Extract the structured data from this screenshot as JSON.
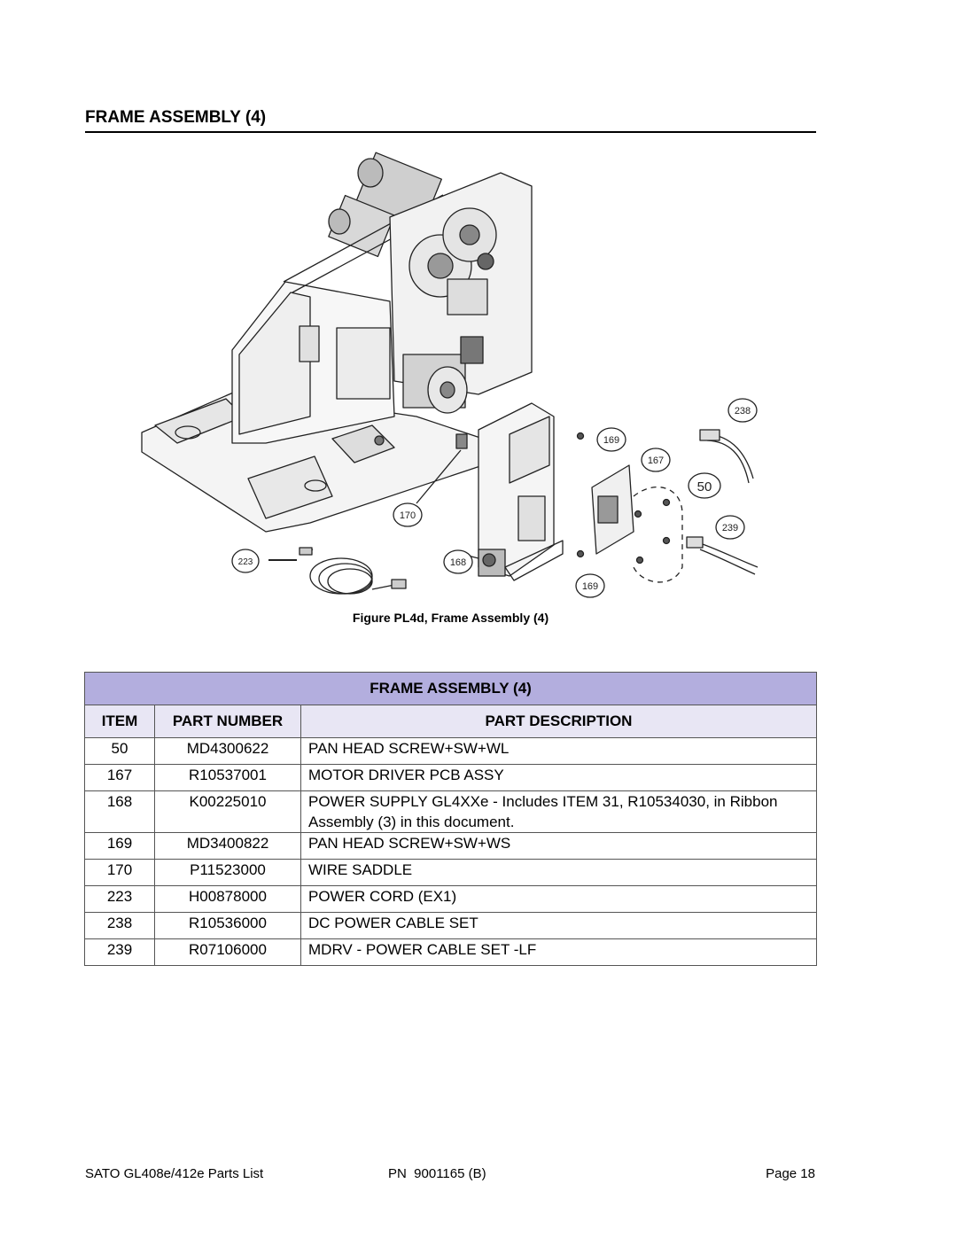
{
  "title": "FRAME ASSEMBLY (4)",
  "figure": {
    "caption": "Figure PL4d, Frame Assembly (4)",
    "callouts": [
      "238",
      "169",
      "167",
      "50",
      "239",
      "170",
      "223",
      "168",
      "169"
    ]
  },
  "table": {
    "title": "FRAME ASSEMBLY (4)",
    "headers": {
      "item": "ITEM",
      "part_number": "PART NUMBER",
      "description": "PART DESCRIPTION"
    },
    "rows": [
      {
        "item": "50",
        "part_number": "MD4300622",
        "description": "PAN HEAD SCREW+SW+WL"
      },
      {
        "item": "167",
        "part_number": "R10537001",
        "description": "MOTOR DRIVER PCB ASSY"
      },
      {
        "item": "168",
        "part_number": "K00225010",
        "description": "POWER SUPPLY GL4XXe - Includes ITEM 31, R10534030, in Ribbon Assembly (3) in this document."
      },
      {
        "item": "169",
        "part_number": "MD3400822",
        "description": "PAN HEAD SCREW+SW+WS"
      },
      {
        "item": "170",
        "part_number": "P11523000",
        "description": "WIRE SADDLE"
      },
      {
        "item": "223",
        "part_number": "H00878000",
        "description": "POWER CORD (EX1)"
      },
      {
        "item": "238",
        "part_number": "R10536000",
        "description": "DC POWER CABLE SET"
      },
      {
        "item": "239",
        "part_number": "R07106000",
        "description": "MDRV - POWER CABLE SET -LF"
      }
    ]
  },
  "footer": {
    "left": "SATO GL408e/412e Parts List",
    "center": "PN  9001165 (B)",
    "right": "Page 18"
  }
}
